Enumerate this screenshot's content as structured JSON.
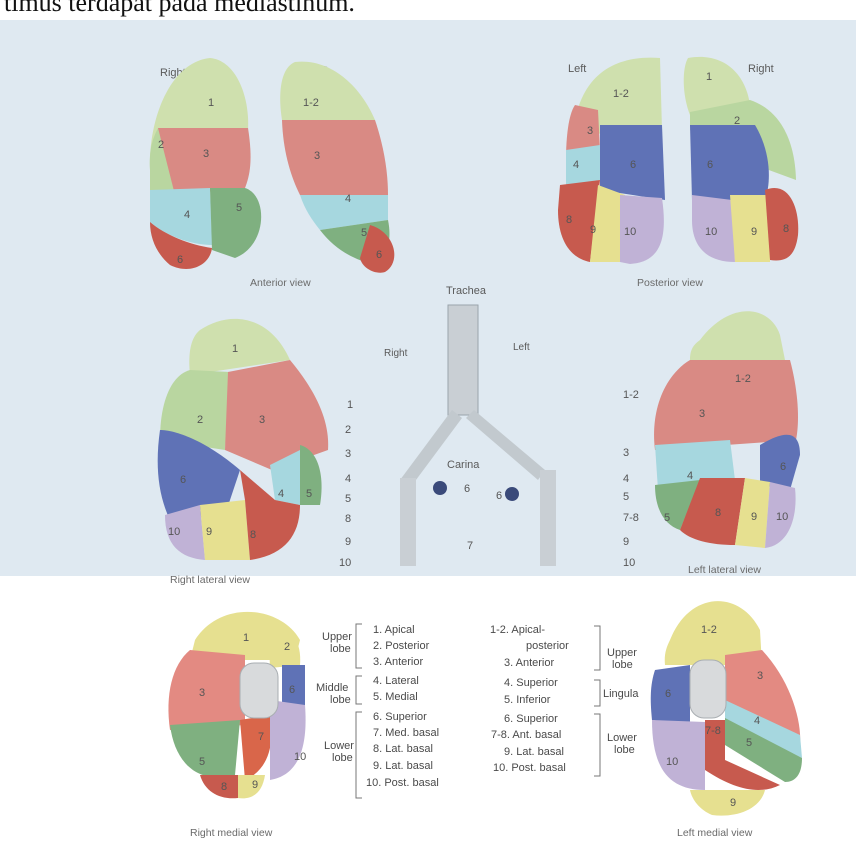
{
  "caption": "timus terdapat pada mediastinum.",
  "views": {
    "anterior": "Anterior view",
    "posterior": "Posterior view",
    "right_lateral": "Right lateral view",
    "left_lateral": "Left lateral view",
    "right_medial": "Right medial view",
    "left_medial": "Left medial view"
  },
  "sides": {
    "right": "Right",
    "left": "Left"
  },
  "airway": {
    "trachea": "Trachea",
    "carina": "Carina",
    "right": "Right",
    "left": "Left"
  },
  "right_lobe_labels": {
    "upper": [
      "Upper",
      "lobe"
    ],
    "middle": [
      "Middle",
      "lobe"
    ],
    "lower": [
      "Lower",
      "lobe"
    ]
  },
  "left_lobe_labels": {
    "upper": [
      "Upper",
      "lobe"
    ],
    "lingula": "Lingula",
    "lower": [
      "Lower",
      "lobe"
    ]
  },
  "right_legend": [
    "1. Apical",
    "2. Posterior",
    "3. Anterior",
    "4. Lateral",
    "5. Medial",
    "6. Superior",
    "7. Med. basal",
    "8. Lat. basal",
    "9. Lat. basal",
    "10. Post. basal"
  ],
  "left_legend": [
    "1-2. Apical-",
    "posterior",
    "3. Anterior",
    "4. Superior",
    "5. Inferior",
    "6. Superior",
    "7-8. Ant. basal",
    "9. Lat. basal",
    "10. Post. basal"
  ],
  "bronchus_labels_right": [
    "1",
    "2",
    "3",
    "4",
    "5",
    "8",
    "9",
    "10",
    "6",
    "7"
  ],
  "bronchus_labels_left": [
    "1-2",
    "3",
    "4",
    "5",
    "7-8",
    "9",
    "10",
    "6"
  ],
  "segments": {
    "ant_right": [
      "1",
      "2",
      "3",
      "4",
      "5",
      "6"
    ],
    "ant_left": [
      "1-2",
      "3",
      "4",
      "5",
      "6"
    ],
    "post_left": [
      "1-2",
      "3",
      "4",
      "6",
      "8",
      "9",
      "10"
    ],
    "post_right": [
      "1",
      "2",
      "6",
      "10",
      "9",
      "8"
    ],
    "rlat": [
      "1",
      "2",
      "3",
      "6",
      "4",
      "5",
      "10",
      "9",
      "8"
    ],
    "llat": [
      "1-2",
      "3",
      "4",
      "6",
      "5",
      "8",
      "9",
      "10"
    ],
    "rmed": [
      "1",
      "2",
      "3",
      "6",
      "5",
      "7",
      "10",
      "8",
      "9"
    ],
    "lmed": [
      "1-2",
      "3",
      "6",
      "4",
      "5",
      "7-8",
      "10",
      "9"
    ]
  },
  "colors": {
    "seg1": "#cfe0ae",
    "seg2": "#b9d6a0",
    "seg3": "#d98a84",
    "seg4": "#a6d7df",
    "seg5": "#7fb080",
    "seg6": "#5f72b6",
    "seg7": "#d9664a",
    "seg8": "#c75a4e",
    "seg9": "#e6e090",
    "seg10": "#c0b2d6",
    "background": "#dfe9f1"
  }
}
